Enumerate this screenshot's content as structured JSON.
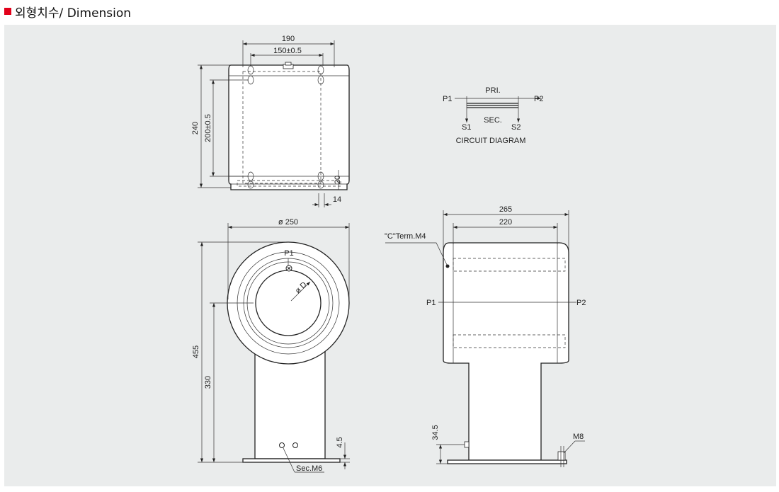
{
  "header": {
    "title": "외형치수/ Dimension"
  },
  "top_view": {
    "width_total": "190",
    "width_holes": "150±0.5",
    "height_total": "240",
    "height_holes": "200±0.5",
    "dim_20": "20",
    "dim_14": "14"
  },
  "circuit": {
    "p1": "P1",
    "p2": "P2",
    "pri": "PRI.",
    "sec": "SEC.",
    "s1": "S1",
    "s2": "S2",
    "caption": "CIRCUIT DIAGRAM"
  },
  "front_view": {
    "diameter": "ø 250",
    "height_total": "455",
    "height_center": "330",
    "base_thk": "4.5",
    "p1": "P1",
    "bore": "ø D",
    "sec_terminal": "Sec.M6"
  },
  "side_view": {
    "width_total": "265",
    "width_body": "220",
    "c_term": "\"C\"Term.M4",
    "p1": "P1",
    "p2": "P2",
    "base_height": "34.5",
    "bolt": "M8"
  }
}
